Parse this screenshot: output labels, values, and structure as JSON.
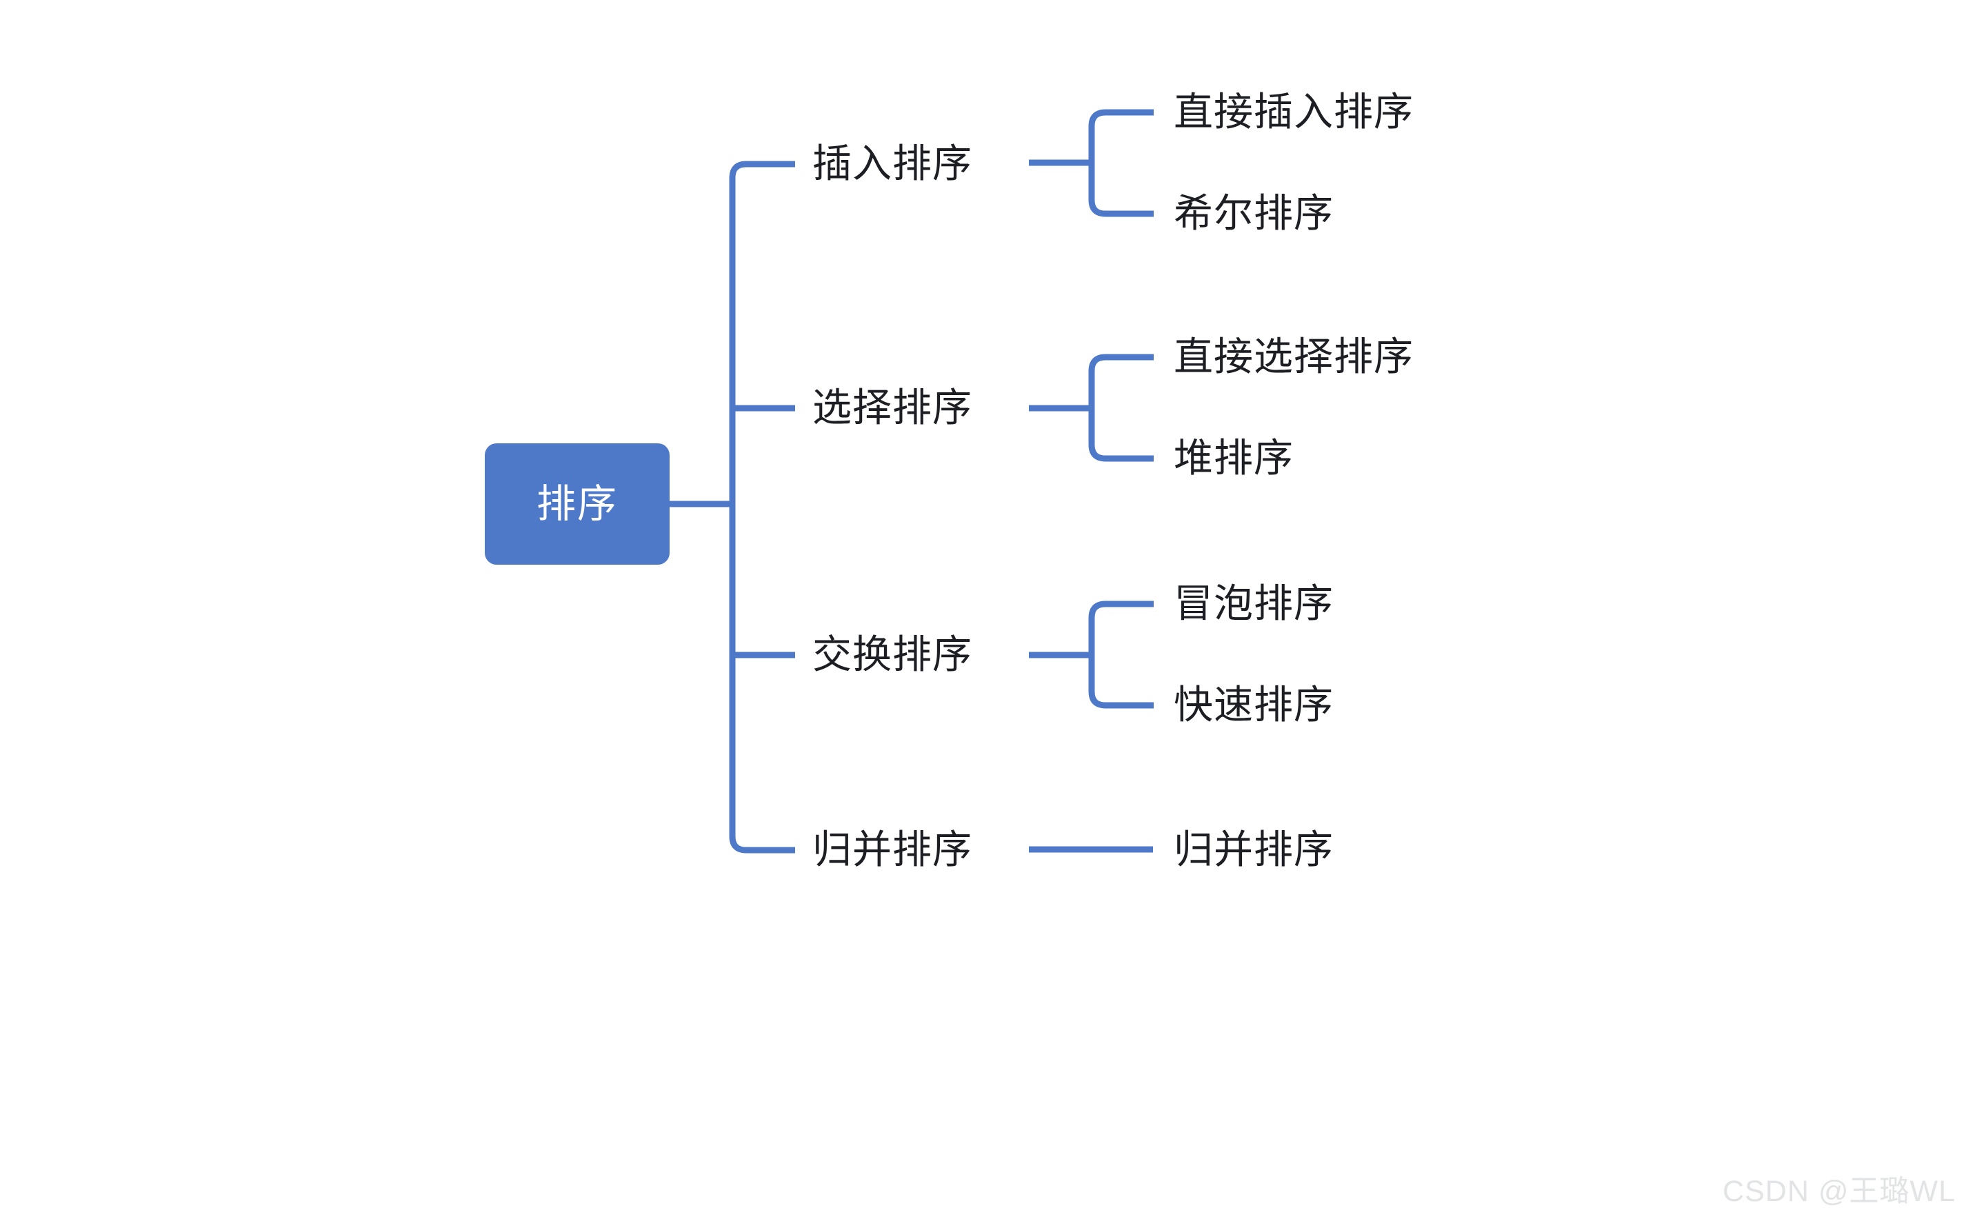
{
  "diagram": {
    "type": "mind-map",
    "title": "排序",
    "root": {
      "label": "排序",
      "fill": "#4e79c8",
      "text_color": "#ffffff"
    },
    "edge_color": "#4e79c8",
    "text_color": "#1c1e23",
    "background": "#ffffff",
    "branches": [
      {
        "label": "插入排序",
        "children": [
          {
            "label": "直接插入排序"
          },
          {
            "label": "希尔排序"
          }
        ]
      },
      {
        "label": "选择排序",
        "children": [
          {
            "label": "直接选择排序"
          },
          {
            "label": "堆排序"
          }
        ]
      },
      {
        "label": "交换排序",
        "children": [
          {
            "label": "冒泡排序"
          },
          {
            "label": "快速排序"
          }
        ]
      },
      {
        "label": "归并排序",
        "children": [
          {
            "label": "归并排序"
          }
        ]
      }
    ]
  },
  "watermark": {
    "text": "CSDN @王璐WL",
    "color": "#e2e3e5"
  }
}
